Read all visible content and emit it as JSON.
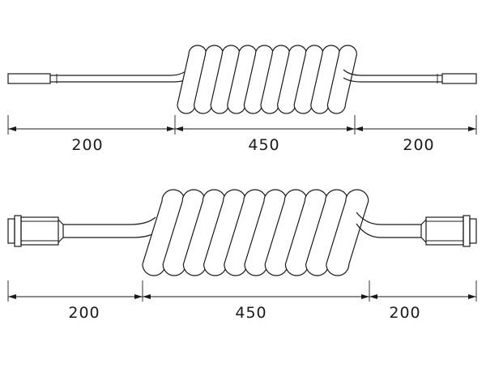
{
  "top_cable": {
    "dims": [
      {
        "key": "left",
        "value": "200"
      },
      {
        "key": "mid",
        "value": "450"
      },
      {
        "key": "right",
        "value": "200"
      }
    ]
  },
  "bottom_cable": {
    "dims": [
      {
        "key": "left",
        "value": "200"
      },
      {
        "key": "mid",
        "value": "450"
      },
      {
        "key": "right",
        "value": "200"
      }
    ]
  }
}
